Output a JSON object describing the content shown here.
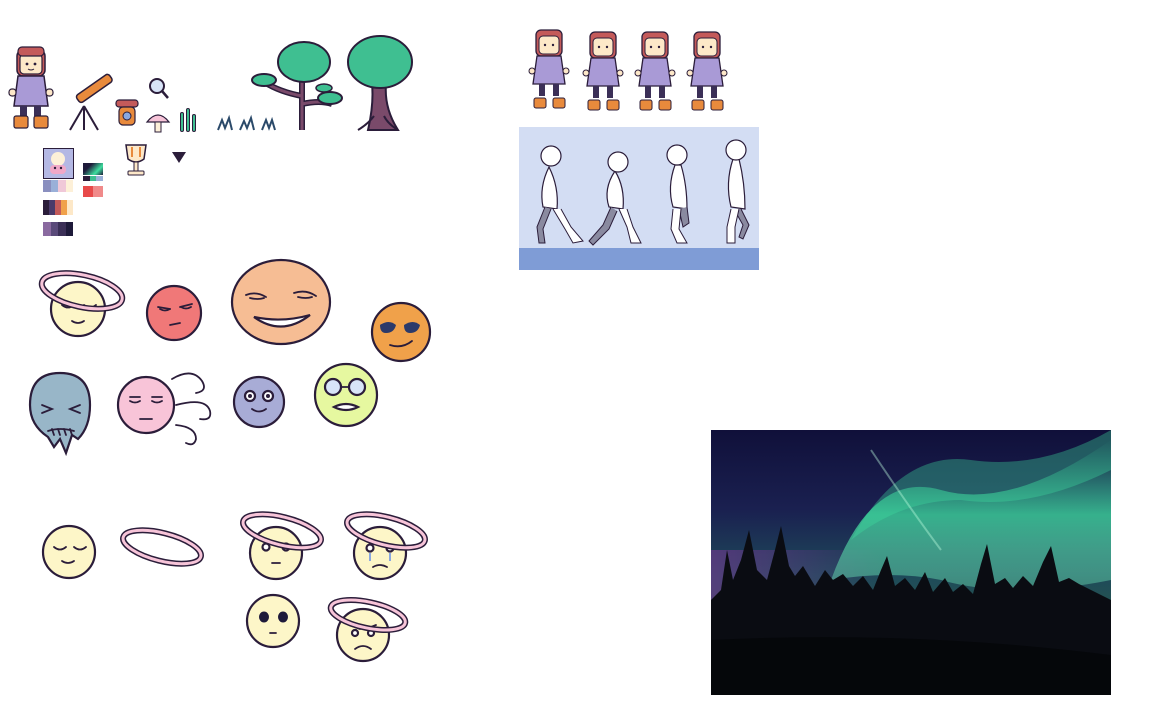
{
  "canvas": {
    "background": "#ffffff"
  },
  "palette": {
    "outline": "#2b1d3a",
    "skin": "#fde8c8",
    "hair": "#c45a5a",
    "dress": "#a99ad6",
    "legs": "#3b2f57",
    "boots": "#e88a3c",
    "leaf": "#3fbf91",
    "trunk": "#7a4a6a",
    "halo": "#f7c4d8",
    "face_cream": "#fdf6c8",
    "face_red": "#f07878",
    "face_peach": "#f6bd94",
    "face_orange": "#f0a14a",
    "face_blue": "#98b6c8",
    "face_pink": "#f8c4d8",
    "face_lavender": "#a8acd6",
    "face_lime": "#e6f8a0",
    "walk_bg": "#d3ddf3",
    "walk_ground": "#7f9cd6",
    "sky_dark": "#14143a",
    "aurora": "#3fe0a0"
  },
  "sprites": {
    "player_idle": {
      "icon": "player-character"
    },
    "props": [
      "telescope",
      "lantern",
      "magnifier",
      "mushroom",
      "sprout",
      "grass",
      "bonsai-tree",
      "big-tree"
    ],
    "ui_icons": [
      "portrait-thumbnail",
      "aurora-thumbnail",
      "goblet",
      "down-triangle"
    ],
    "swatches": [
      [
        "#8a8fbf",
        "#9ab0d8",
        "#f0c8d8",
        "#fdf0d8"
      ],
      [
        "#2b1d3a",
        "#4a3a6a",
        "#c45a5a",
        "#f0a14a",
        "#fde8c8"
      ],
      [
        "#8a6aa0",
        "#5a4a7a",
        "#3b2f57",
        "#1e1a3a"
      ],
      [
        "#e84a4a",
        "#f08a8a"
      ]
    ]
  },
  "walk_cycle": {
    "sprite_frames": 4,
    "stick_frames": 4
  },
  "faces": [
    {
      "id": "halo-sleepy",
      "mood": "content"
    },
    {
      "id": "red-annoyed",
      "mood": "annoyed"
    },
    {
      "id": "peach-grin",
      "mood": "sly"
    },
    {
      "id": "orange-sunglasses",
      "mood": "cool"
    },
    {
      "id": "blue-ghost",
      "mood": "wincing"
    },
    {
      "id": "pink-wind",
      "mood": "unimpressed"
    },
    {
      "id": "lavender-smile",
      "mood": "happy"
    },
    {
      "id": "lime-glasses",
      "mood": "worried"
    },
    {
      "id": "cream-sleepy",
      "mood": "content"
    },
    {
      "id": "halo-only",
      "mood": "none"
    },
    {
      "id": "halo-surprised",
      "mood": "surprised"
    },
    {
      "id": "halo-crying",
      "mood": "sad"
    },
    {
      "id": "cream-blank",
      "mood": "blank"
    },
    {
      "id": "halo-angry",
      "mood": "angry"
    }
  ],
  "photo": {
    "subject": "aurora-borealis-photo"
  }
}
